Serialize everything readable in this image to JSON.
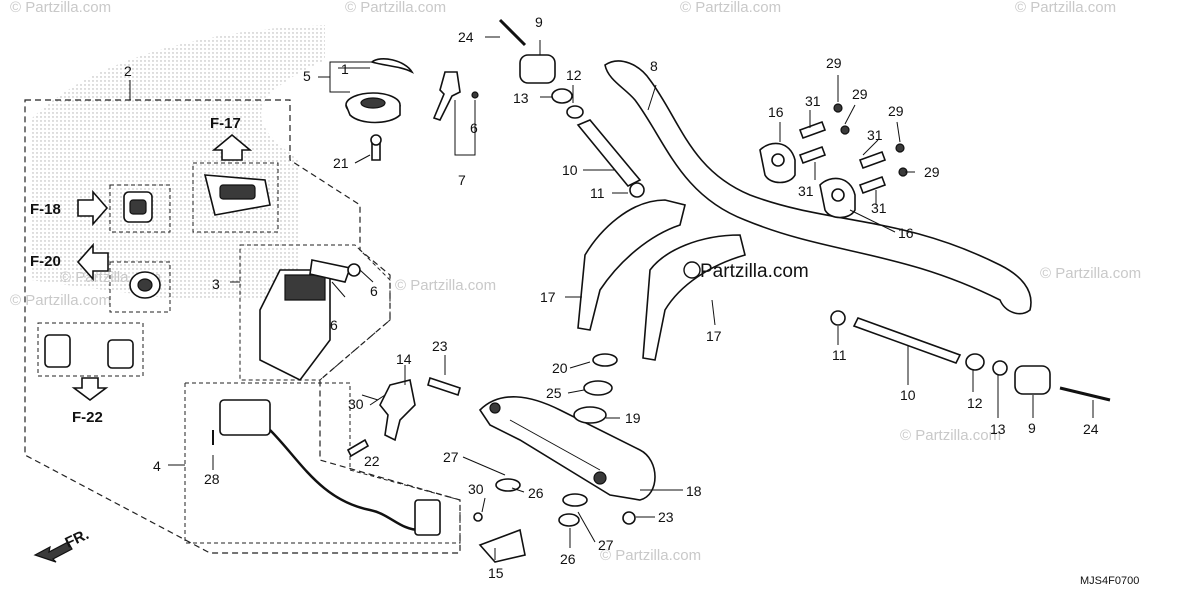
{
  "diagram": {
    "watermarks": [
      "© Partzilla.com",
      "© Partzilla.com",
      "© Partzilla.com",
      "© Partzilla.com",
      "© Partzilla.com",
      "© Partzilla.com",
      "© Partzilla.com",
      "© Partzilla.com",
      "© Partzilla.com",
      "© Partzilla.com"
    ],
    "logo_text": "Partzilla.com",
    "figure_refs": [
      "F-17",
      "F-18",
      "F-20",
      "F-22"
    ],
    "front_label": "FR.",
    "drawing_code": "MJS4F0700",
    "callouts": [
      "1",
      "2",
      "3",
      "4",
      "5",
      "6",
      "6",
      "6",
      "7",
      "8",
      "9",
      "9",
      "10",
      "10",
      "11",
      "11",
      "12",
      "12",
      "13",
      "13",
      "14",
      "15",
      "16",
      "16",
      "17",
      "17",
      "18",
      "19",
      "20",
      "21",
      "22",
      "23",
      "23",
      "24",
      "24",
      "25",
      "26",
      "26",
      "27",
      "27",
      "28",
      "29",
      "29",
      "29",
      "29",
      "30",
      "30",
      "31",
      "31",
      "31",
      "31"
    ]
  }
}
